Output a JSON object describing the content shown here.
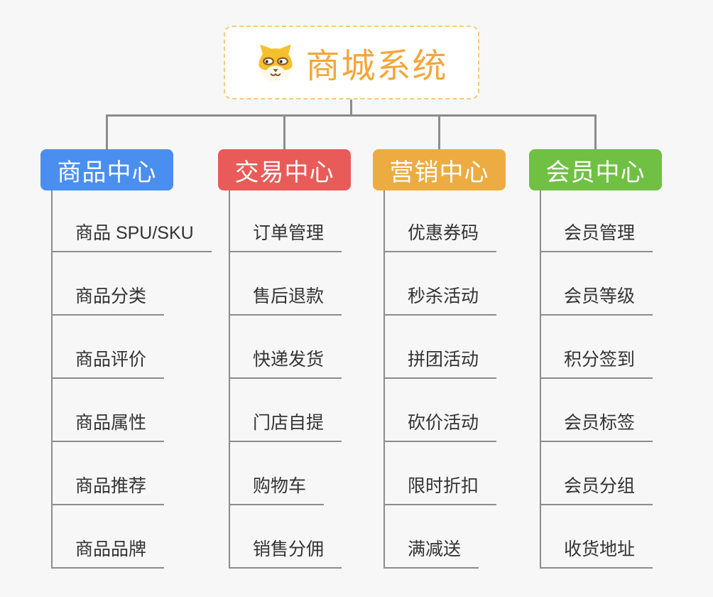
{
  "root": {
    "title": "商城系统",
    "icon": "dog-icon",
    "accent_color": "#F3A73B",
    "border_color": "#F6C87E"
  },
  "branches": [
    {
      "label": "商品中心",
      "color": "#4A8FF0",
      "items": [
        "商品 SPU/SKU",
        "商品分类",
        "商品评价",
        "商品属性",
        "商品推荐",
        "商品品牌"
      ]
    },
    {
      "label": "交易中心",
      "color": "#E85B58",
      "items": [
        "订单管理",
        "售后退款",
        "快递发货",
        "门店自提",
        "购物车",
        "销售分佣"
      ]
    },
    {
      "label": "营销中心",
      "color": "#ECAC41",
      "items": [
        "优惠券码",
        "秒杀活动",
        "拼团活动",
        "砍价活动",
        "限时折扣",
        "满减送"
      ]
    },
    {
      "label": "会员中心",
      "color": "#70C043",
      "items": [
        "会员管理",
        "会员等级",
        "积分签到",
        "会员标签",
        "会员分组",
        "收货地址"
      ]
    }
  ],
  "connector_color": "#8C8C8C"
}
